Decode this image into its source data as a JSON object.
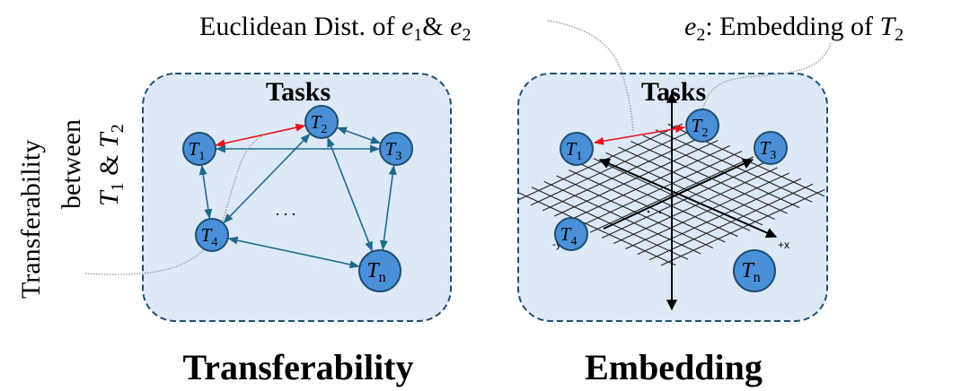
{
  "annotations": {
    "euclidean_label": {
      "prefix": "Euclidean Dist. of ",
      "e1": "e",
      "e1_sub": "1",
      "amp": "& ",
      "e2": "e",
      "e2_sub": "2"
    },
    "embedding_label": {
      "e": "e",
      "e_sub": "2",
      "text": ": Embedding of ",
      "t": "T",
      "t_sub": "2"
    },
    "transferability_label": {
      "line1": "Transferability",
      "line2": "between",
      "line3_t1": "T",
      "line3_t1_sub": "1",
      "line3_amp": " & ",
      "line3_t2": "T",
      "line3_t2_sub": "2"
    }
  },
  "panels": [
    {
      "id": "transferability",
      "header": "Tasks",
      "caption": "Transferability",
      "nodes": [
        {
          "id": "T1",
          "letter": "T",
          "sub": "1"
        },
        {
          "id": "T2",
          "letter": "T",
          "sub": "2"
        },
        {
          "id": "T3",
          "letter": "T",
          "sub": "3"
        },
        {
          "id": "T4",
          "letter": "T",
          "sub": "4"
        },
        {
          "id": "Tn",
          "letter": "T",
          "sub": "n"
        }
      ],
      "edges": [
        {
          "from": "T1",
          "to": "T2",
          "highlight": true
        },
        {
          "from": "T1",
          "to": "T3",
          "highlight": false
        },
        {
          "from": "T1",
          "to": "T4",
          "highlight": false
        },
        {
          "from": "T2",
          "to": "T3",
          "highlight": false
        },
        {
          "from": "T2",
          "to": "T4",
          "highlight": false
        },
        {
          "from": "T2",
          "to": "Tn",
          "highlight": false
        },
        {
          "from": "T3",
          "to": "Tn",
          "highlight": false
        },
        {
          "from": "T4",
          "to": "Tn",
          "highlight": false
        }
      ],
      "ellipsis": ". . ."
    },
    {
      "id": "embedding",
      "header": "Tasks",
      "caption": "Embedding",
      "nodes": [
        {
          "id": "T1",
          "letter": "T",
          "sub": "1"
        },
        {
          "id": "T2",
          "letter": "T",
          "sub": "2"
        },
        {
          "id": "T3",
          "letter": "T",
          "sub": "3"
        },
        {
          "id": "T4",
          "letter": "T",
          "sub": "4"
        },
        {
          "id": "Tn",
          "letter": "T",
          "sub": "n"
        }
      ],
      "axis_labels": {
        "neg_y": "-y",
        "pos_x": "+x"
      },
      "distance_edge": {
        "from": "T1",
        "to": "T2"
      }
    }
  ],
  "colors": {
    "panel_fill": "#dde9f6",
    "panel_border": "#1f4e6e",
    "node_fill": "#4a90d9",
    "node_stroke": "#1f4e6e",
    "edge": "#1f6a8a",
    "highlight_edge": "#e8141c",
    "axis": "#000000",
    "leader": "#9a9a9a"
  }
}
